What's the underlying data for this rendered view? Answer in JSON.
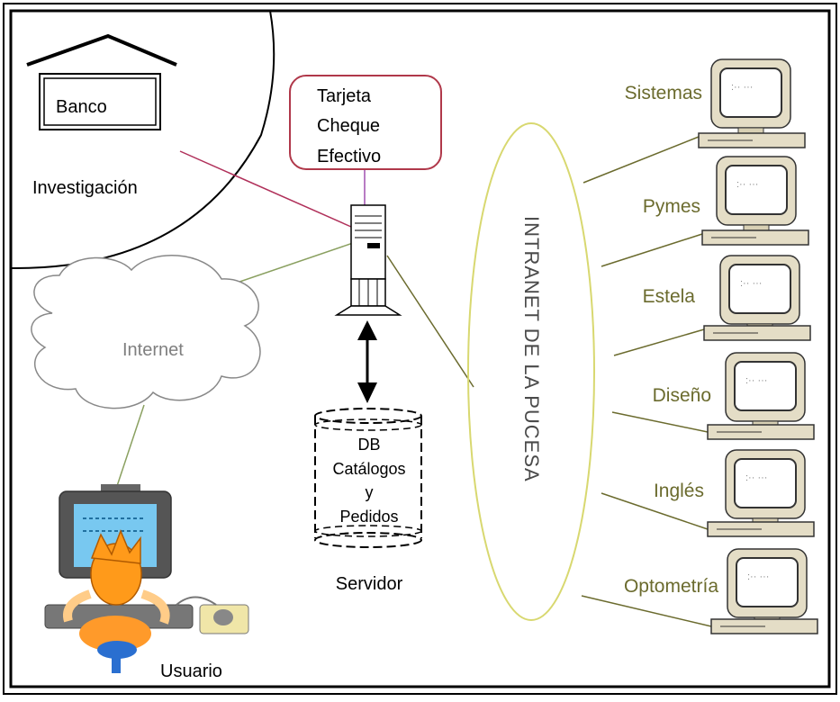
{
  "labels": {
    "banco": "Banco",
    "investigacion": "Investigación",
    "internet": "Internet",
    "usuario": "Usuario",
    "servidor": "Servidor",
    "intranet": "INTRANET DE LA PUCESA"
  },
  "payment_box": {
    "lines": [
      "Tarjeta",
      "Cheque",
      "Efectivo"
    ]
  },
  "database": {
    "lines": [
      "DB",
      "Catálogos",
      "y",
      "Pedidos"
    ]
  },
  "departments": [
    "Sistemas",
    "Pymes",
    "Estela",
    "Diseño",
    "Inglés",
    "Optometría"
  ],
  "colors": {
    "bank_link": "#b0305a",
    "internet_link": "#8aa060",
    "intranet_link": "#6b6b2e",
    "payment_border": "#b0384a",
    "payment_link": "#a050b0",
    "intranet_ellipse": "#d8d870",
    "monitor_case": "#e4ddc6"
  },
  "icons": {
    "bank": "bank-house-icon",
    "cloud": "internet-cloud-icon",
    "server": "server-tower-icon",
    "database": "database-cylinder-icon",
    "arrow": "double-arrow-icon",
    "user": "user-at-computer-icon",
    "workstation": "workstation-icon"
  }
}
